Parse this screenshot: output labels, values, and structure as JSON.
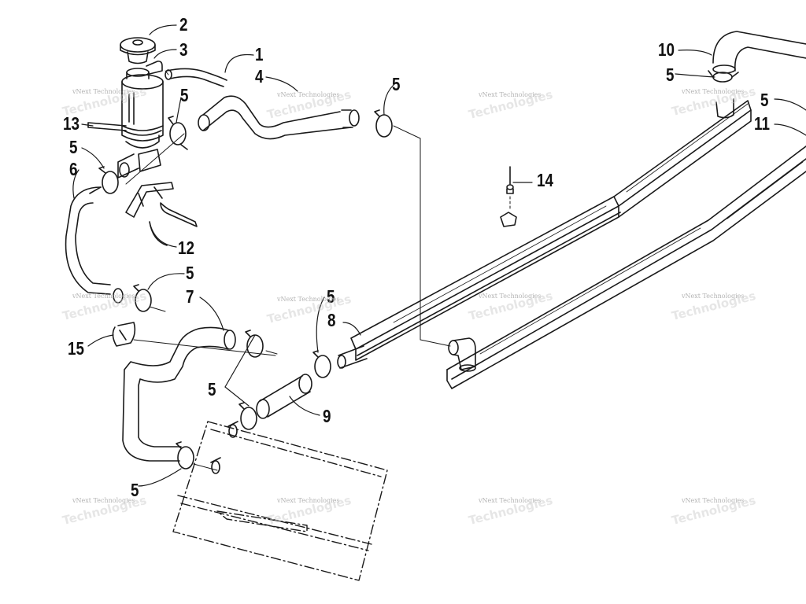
{
  "diagram": {
    "callouts": [
      {
        "id": "c2",
        "label": "2"
      },
      {
        "id": "c3",
        "label": "3"
      },
      {
        "id": "c1",
        "label": "1"
      },
      {
        "id": "c4",
        "label": "4"
      },
      {
        "id": "c5a",
        "label": "5"
      },
      {
        "id": "c5b",
        "label": "5"
      },
      {
        "id": "c13",
        "label": "13"
      },
      {
        "id": "c5c",
        "label": "5"
      },
      {
        "id": "c6",
        "label": "6"
      },
      {
        "id": "c12",
        "label": "12"
      },
      {
        "id": "c5d",
        "label": "5"
      },
      {
        "id": "c7",
        "label": "7"
      },
      {
        "id": "c5e",
        "label": "5"
      },
      {
        "id": "c8",
        "label": "8"
      },
      {
        "id": "c15",
        "label": "15"
      },
      {
        "id": "c5f",
        "label": "5"
      },
      {
        "id": "c9",
        "label": "9"
      },
      {
        "id": "c5g",
        "label": "5"
      },
      {
        "id": "c14",
        "label": "14"
      },
      {
        "id": "c10",
        "label": "10"
      },
      {
        "id": "c5h",
        "label": "5"
      },
      {
        "id": "c5i",
        "label": "5"
      },
      {
        "id": "c11",
        "label": "11"
      }
    ],
    "watermark": {
      "text": "vNext Technologies",
      "ghost_text": "Technologies"
    },
    "colors": {
      "line": "#1a1a1a",
      "watermark": "#9a9a9a"
    }
  }
}
